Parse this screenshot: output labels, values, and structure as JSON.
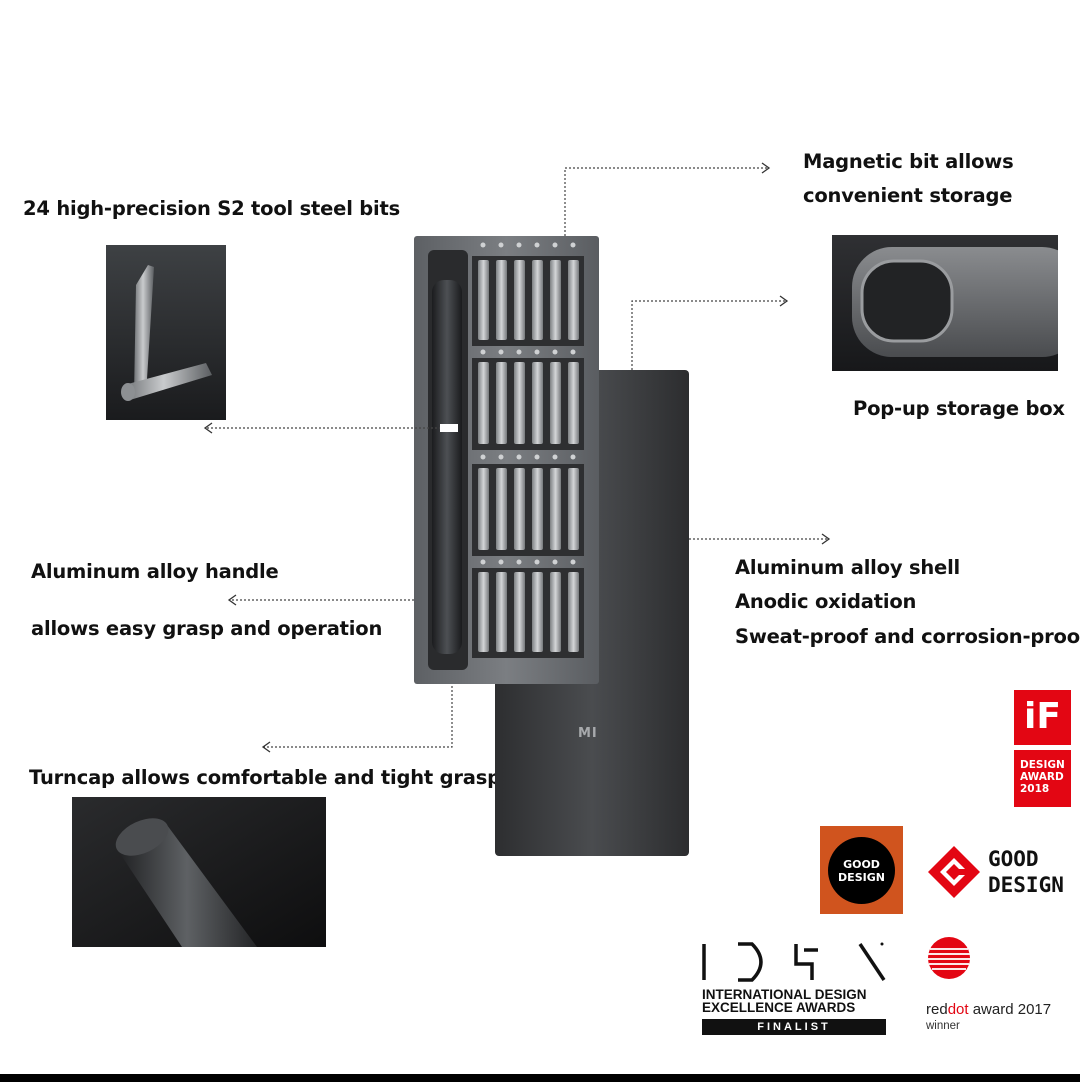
{
  "labels": {
    "bits": "24 high-precision S2 tool steel bits",
    "magnetic_line1": "Magnetic bit allows",
    "magnetic_line2": "convenient storage",
    "popup": "Pop-up storage box",
    "handle_line1": "Aluminum alloy handle",
    "handle_line2": "allows easy grasp and operation",
    "shell_line1": "Aluminum alloy shell",
    "shell_line2": "Anodic oxidation",
    "shell_line3": "Sweat-proof and corrosion-proof",
    "turncap": "Turncap allows comfortable and tight grasp"
  },
  "product": {
    "case_logo": "MI"
  },
  "awards": {
    "if_logo": "iF",
    "if_line1": "DESIGN",
    "if_line2": "AWARD",
    "if_line3": "2018",
    "gd_circle_line1": "GOOD",
    "gd_circle_line2": "DESIGN",
    "gd_text_line1": "GOOD",
    "gd_text_line2": "DESIGN",
    "idea_mark": "I D S \\",
    "idea_line1": "INTERNATIONAL DESIGN",
    "idea_line2": "EXCELLENCE AWARDS",
    "idea_finalist": "FINALIST",
    "reddot_prefix": "red",
    "reddot_suffix": "dot",
    "reddot_rest": " award 2017",
    "reddot_winner": "winner"
  },
  "colors": {
    "if_red": "#e30613",
    "gd_orange": "#d0541e",
    "reddot_red": "#e30613",
    "case_dark": "#3a3b3d",
    "tray_grey": "#6b6e72"
  }
}
